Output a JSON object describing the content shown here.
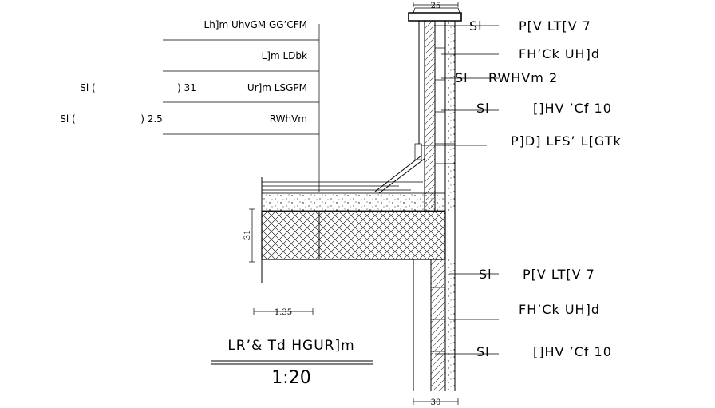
{
  "left_notes": {
    "note1": "Lh]m UhvGM GG’CFM",
    "note2": "L]m LDbk",
    "note3_text": "Ur]m LSGPM",
    "note3_value": ") 31",
    "note3_unit": "Sl (",
    "note4_text": "RWhVm",
    "note4_value": ") 2.5",
    "note4_unit": "Sl ("
  },
  "right_labels_top": {
    "l1_unit": "Sl",
    "l1_text": "P[V LT[V 7",
    "l2_text": "FH’Ck UH]d",
    "l3_unit": "Sl",
    "l3_text": "RWHVm 2",
    "l4_unit": "Sl",
    "l4_text": "[]HV ’Cf 10",
    "l5_text": "P]D] LFS’ L[GTk"
  },
  "right_labels_bottom": {
    "l6_unit": "Sl",
    "l6_text": "P[V LT[V 7",
    "l7_text": "FH’Ck UH]d",
    "l8_unit": "Sl",
    "l8_text": "[]HV ’Cf 10"
  },
  "dimensions": {
    "top_cap": "25",
    "slab_height": "31",
    "left_span": "1.35",
    "bottom_wall": "30"
  },
  "title": {
    "caption": "LR’& Td HGUR]m",
    "scale": "1:20"
  }
}
